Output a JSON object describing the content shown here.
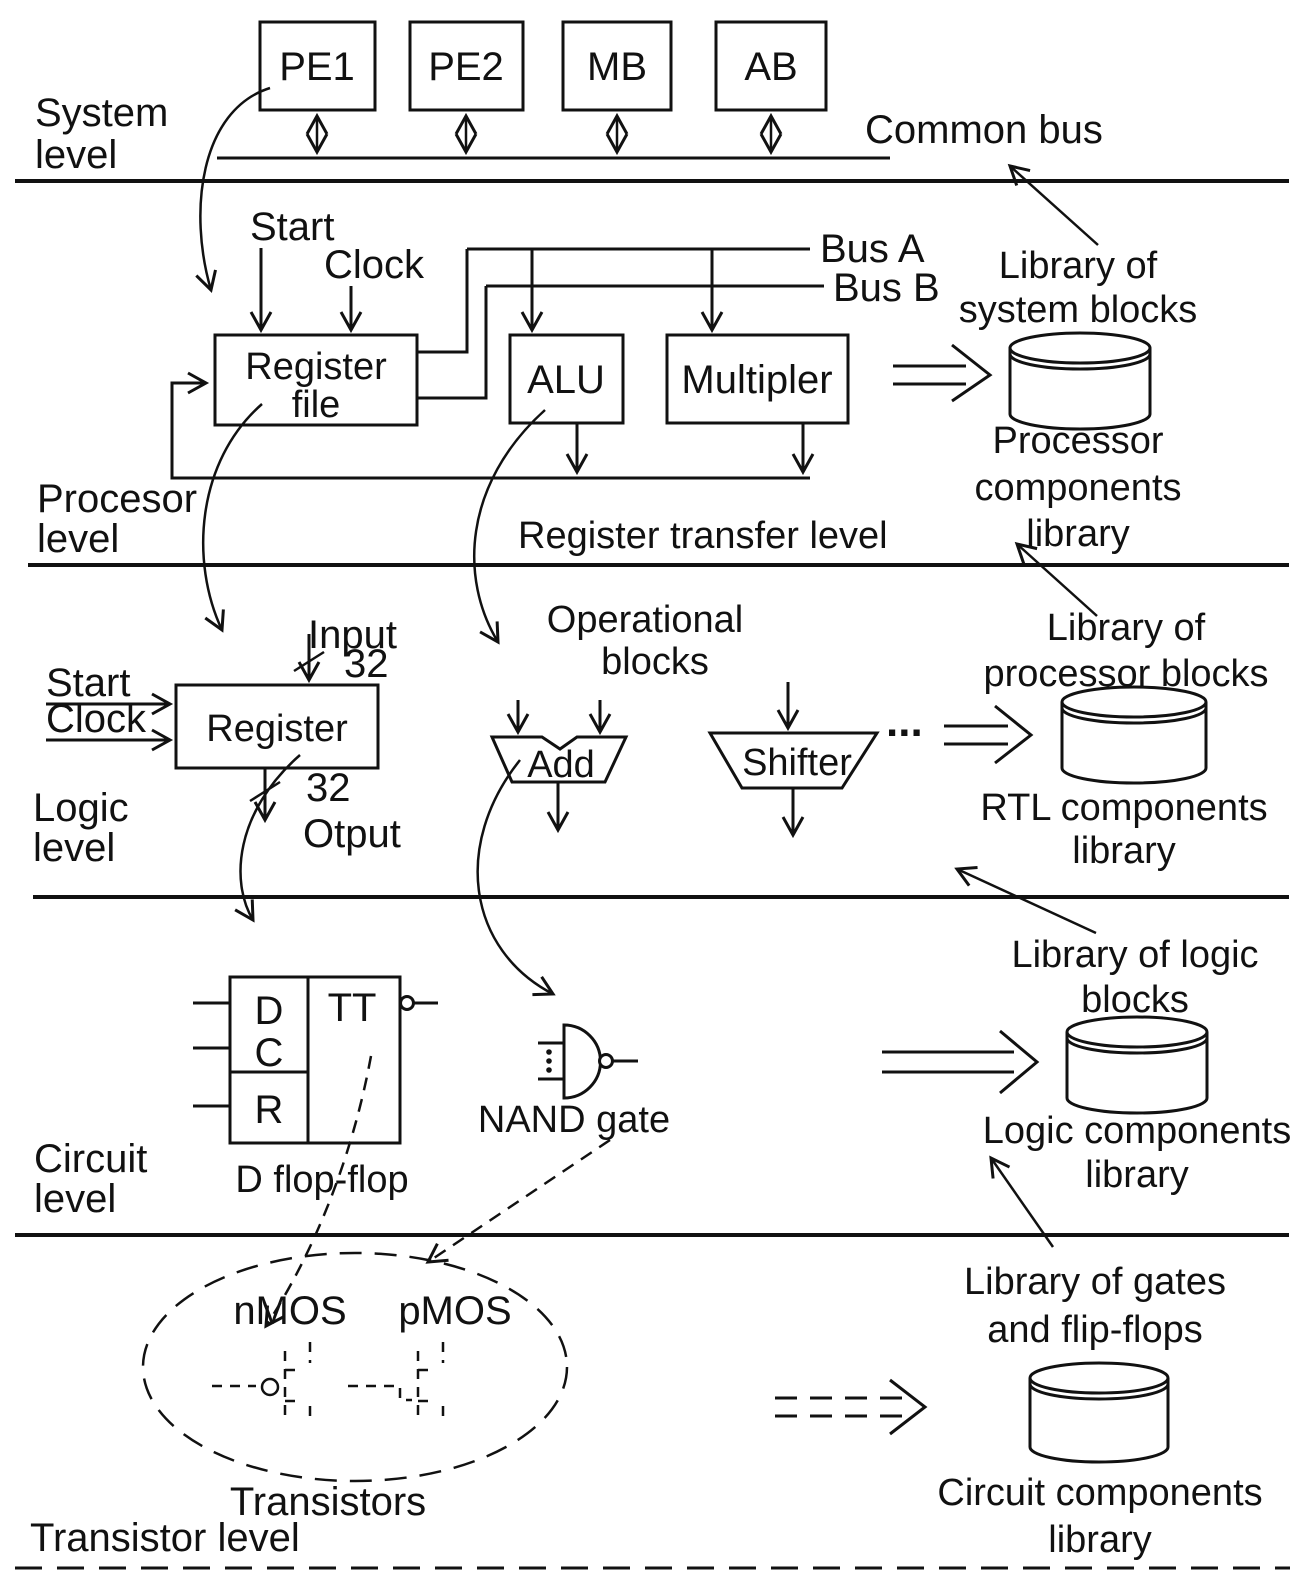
{
  "system_level": {
    "label": [
      "System",
      "level"
    ],
    "boxes": [
      "PE1",
      "PE2",
      "MB",
      "AB"
    ],
    "bus_label": "Common bus"
  },
  "processor_level": {
    "label": [
      "Procesor",
      "level"
    ],
    "start": "Start",
    "clock": "Clock",
    "register_file": [
      "Register",
      "file"
    ],
    "alu": "ALU",
    "multiplier": "Multipler",
    "bus_a": "Bus A",
    "bus_b": "Bus B",
    "caption": "Register transfer level",
    "library_note": [
      "Library of",
      "system blocks"
    ],
    "library_name": [
      "Processor",
      "components",
      "library"
    ]
  },
  "logic_level": {
    "label": [
      "Logic",
      "level"
    ],
    "start": "Start",
    "clock": "Clock",
    "register": "Register",
    "input_label": "Input",
    "input_width": "32",
    "output_label": "Otput",
    "output_width": "32",
    "caption": [
      "Operational",
      "blocks"
    ],
    "add": "Add",
    "shifter": "Shifter",
    "ellipsis": "...",
    "library_note": [
      "Library of",
      "processor blocks"
    ],
    "library_name": [
      "RTL components",
      "library"
    ]
  },
  "circuit_level": {
    "label": [
      "Circuit",
      "level"
    ],
    "flipflop_pins": [
      "D",
      "C",
      "R"
    ],
    "flipflop_out": "TT",
    "flipflop_caption": "D flop-flop",
    "nand_caption": "NAND gate",
    "library_note": [
      "Library of logic",
      "blocks"
    ],
    "library_name": [
      "Logic components",
      "library"
    ]
  },
  "transistor_level": {
    "label": "Transistor level",
    "nmos": "nMOS",
    "pmos": "pMOS",
    "caption": "Transistors",
    "library_note": [
      "Library of gates",
      "and flip-flops"
    ],
    "library_name": [
      "Circuit components",
      "library"
    ]
  },
  "colors": {
    "ink": "#111111",
    "background": "#ffffff"
  }
}
